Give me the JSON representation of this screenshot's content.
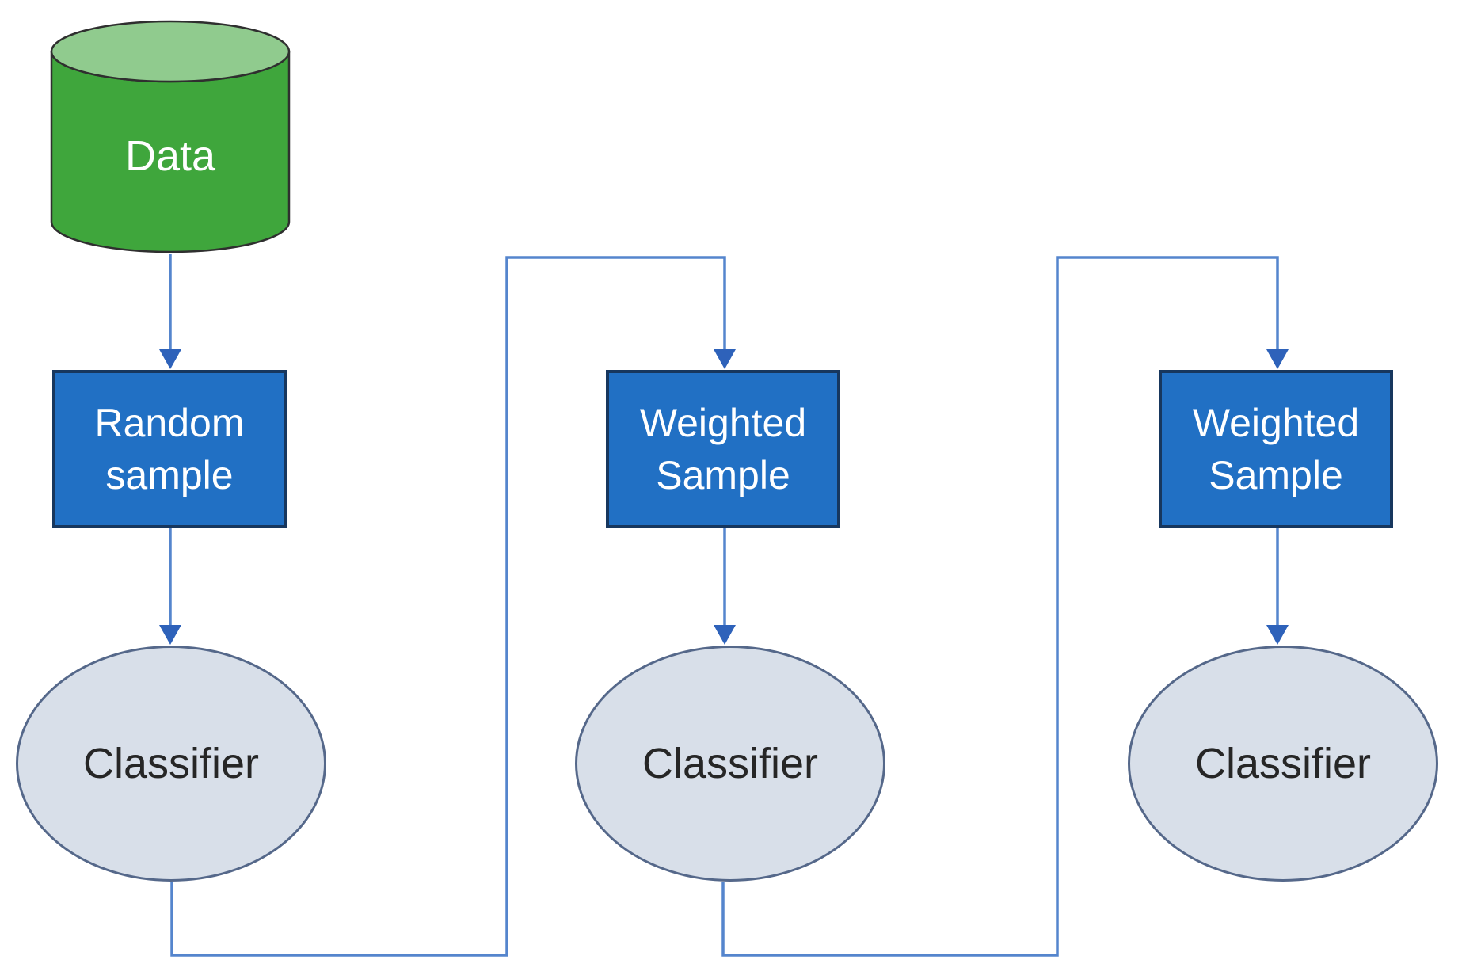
{
  "diagram": {
    "background": "#ffffff",
    "nodes": {
      "data_store": {
        "label": "Data",
        "shape": "cylinder"
      },
      "sample_1": {
        "label": "Random sample",
        "shape": "rect"
      },
      "classifier_1": {
        "label": "Classifier",
        "shape": "ellipse"
      },
      "sample_2": {
        "label": "Weighted Sample",
        "shape": "rect"
      },
      "classifier_2": {
        "label": "Classifier",
        "shape": "ellipse"
      },
      "sample_3": {
        "label": "Weighted Sample",
        "shape": "rect"
      },
      "classifier_3": {
        "label": "Classifier",
        "shape": "ellipse"
      }
    },
    "edges": [
      {
        "from": "data_store",
        "to": "sample_1"
      },
      {
        "from": "sample_1",
        "to": "classifier_1"
      },
      {
        "from": "classifier_1",
        "to": "sample_2"
      },
      {
        "from": "sample_2",
        "to": "classifier_2"
      },
      {
        "from": "classifier_2",
        "to": "sample_3"
      },
      {
        "from": "sample_3",
        "to": "classifier_3"
      }
    ],
    "colors": {
      "cylinder_body": "#3fa63c",
      "cylinder_top": "#90cb8e",
      "cylinder_outline": "#2f2f2f",
      "box_fill": "#2170c4",
      "box_border": "#17375e",
      "box_text": "#ffffff",
      "ellipse_fill": "#d8dfe9",
      "ellipse_border": "#55688a",
      "ellipse_text": "#262626",
      "connector": "#5585cd",
      "arrowhead": "#2e62ba"
    }
  }
}
